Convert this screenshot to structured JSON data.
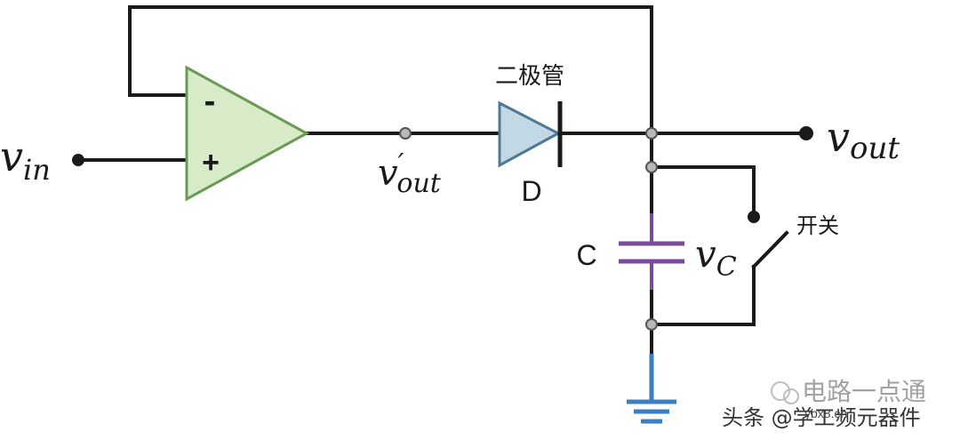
{
  "labels": {
    "vin": "v",
    "vin_sub": "in",
    "vout": "v",
    "vout_sub": "out",
    "vout_prime": "v",
    "vout_prime_mark": "′",
    "vout_prime_sub": "out",
    "vc": "v",
    "vc_sub": "C",
    "diode_caption": "二极管",
    "diode_letter": "D",
    "capacitor_letter": "C",
    "switch_caption": "开关",
    "opamp_minus": "-",
    "opamp_plus": "+"
  },
  "watermark": {
    "brand": "电路一点通",
    "handle": "头条 @学工频元器件",
    "url": "ybx8.cn"
  },
  "colors": {
    "wire": "#1a1a1a",
    "opamp_fill": "#d8ebc8",
    "opamp_stroke": "#6a9a55",
    "diode_fill": "#c2d8e4",
    "diode_stroke": "#4f7893",
    "capacitor": "#7a4a9c",
    "ground": "#3a7fc4",
    "node_fill": "#b8b8b8"
  }
}
